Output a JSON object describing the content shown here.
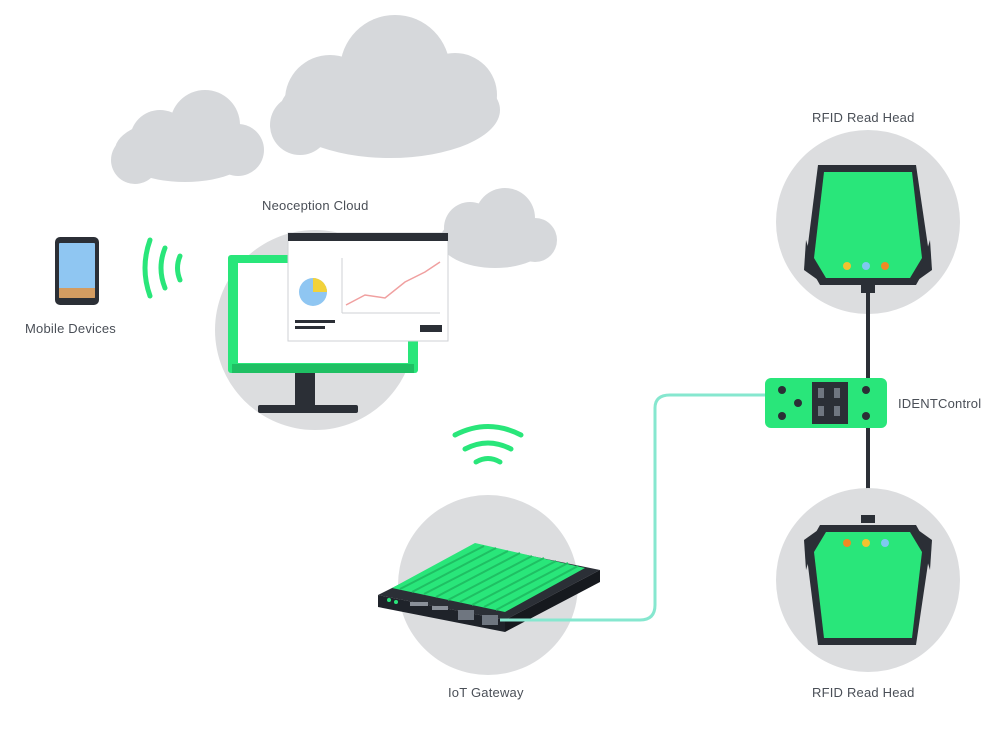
{
  "labels": {
    "mobile": "Mobile Devices",
    "cloud": "Neoception Cloud",
    "rfid_top": "RFID Read Head",
    "rfid_bottom": "RFID Read Head",
    "identcontrol": "IDENTControl",
    "gateway": "IoT Gateway"
  },
  "colors": {
    "green": "#29e67a",
    "green_dark": "#1fbf63",
    "circle": "#dcdddf",
    "cloud": "#d6d8db",
    "dark": "#2b2f36",
    "cable": "#86e7cf",
    "led_yellow": "#f2c230",
    "led_orange": "#f08a24",
    "led_blue": "#7fc8f0"
  },
  "icons": [
    "phone-icon",
    "wifi-icon",
    "cloud-icon",
    "monitor-icon",
    "gateway-icon",
    "rfid-reader-icon",
    "identcontrol-icon"
  ]
}
